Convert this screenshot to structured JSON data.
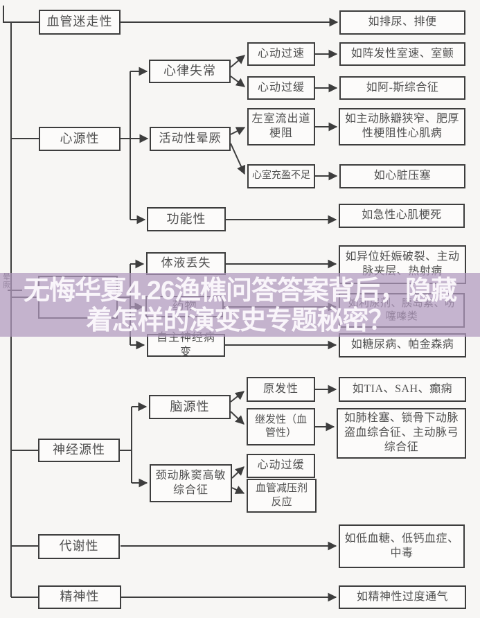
{
  "colors": {
    "background": "#f7f6f4",
    "line": "#3d3d3d",
    "box_text": "#4f4f4f",
    "watermark_band": "#b099be",
    "watermark_text": "#f9f5fa"
  },
  "watermark": {
    "line1": "无悔华夏4.26渔樵问答答案背后，隐藏",
    "line2": "着怎样的演变史专题秘密？"
  },
  "diagram": {
    "root": "晕厥",
    "branches": [
      {
        "label": "血管迷走性",
        "example": "如排尿、排便"
      },
      {
        "label": "心源性",
        "children": [
          {
            "label": "心律失常",
            "children": [
              {
                "label": "心动过速",
                "example": "如阵发性室速、室颤"
              },
              {
                "label": "心动过缓",
                "example": "如阿-斯综合征"
              }
            ]
          },
          {
            "label": "活动性晕厥",
            "children": [
              {
                "label": "左室流出道梗阻",
                "example": "如主动脉瓣狭窄、肥厚性梗阻性心肌病"
              },
              {
                "label": "心室充盈不足",
                "example": "如心脏压塞"
              }
            ]
          },
          {
            "label": "功能性",
            "example": "如急性心肌梗死"
          }
        ]
      },
      {
        "label": "",
        "children": [
          {
            "label": "体液丢失",
            "example": "如异位妊娠破裂、主动脉夹层、热射病"
          },
          {
            "label": "药物",
            "example": "如利尿剂、胰岛素、吩噻嗪类"
          },
          {
            "label": "自主神经病变",
            "example": "如糖尿病、帕金森病"
          }
        ]
      },
      {
        "label": "神经源性",
        "children": [
          {
            "label": "脑源性",
            "children": [
              {
                "label": "原发性",
                "example": "如TIA、SAH、癫痫"
              },
              {
                "label": "继发性（血管性）",
                "example": "如肺栓塞、锁骨下动脉盗血综合征、主动脉弓综合征"
              }
            ]
          },
          {
            "label": "颈动脉窦高敏综合征",
            "children": [
              {
                "label": "心动过缓"
              },
              {
                "label": "血管减压剂反应"
              }
            ]
          }
        ]
      },
      {
        "label": "代谢性",
        "example": "如低血糖、低钙血症、中毒"
      },
      {
        "label": "精神性",
        "example": "如精神性过度通气"
      }
    ]
  }
}
